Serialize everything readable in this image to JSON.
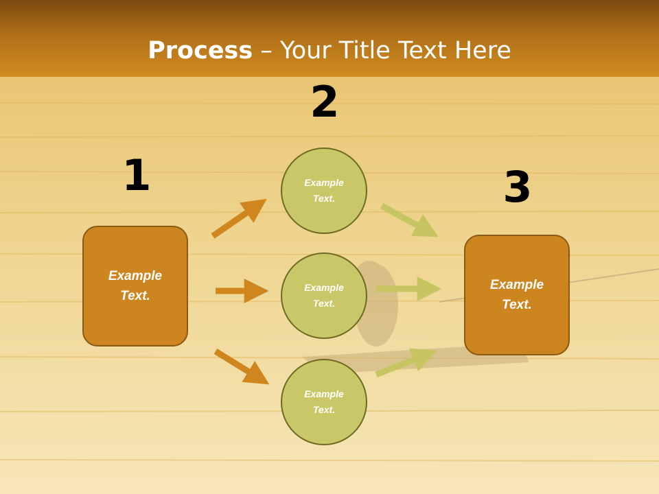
{
  "title": {
    "bold": "Process",
    "rest": " – Your Title Text Here"
  },
  "steps": {
    "one": "1",
    "two": "2",
    "three": "3"
  },
  "nodes": {
    "left_box": "Example Text.",
    "circle_top": "Example Text.",
    "circle_middle": "Example Text.",
    "circle_bottom": "Example Text.",
    "right_box": "Example Text."
  },
  "colors": {
    "header": "#c07c1c",
    "box_fill": "#cd861f",
    "circle_fill": "#c9c868",
    "orange_arrow": "#d0861e",
    "green_arrow": "#c7c561",
    "background": "#e8c877"
  }
}
